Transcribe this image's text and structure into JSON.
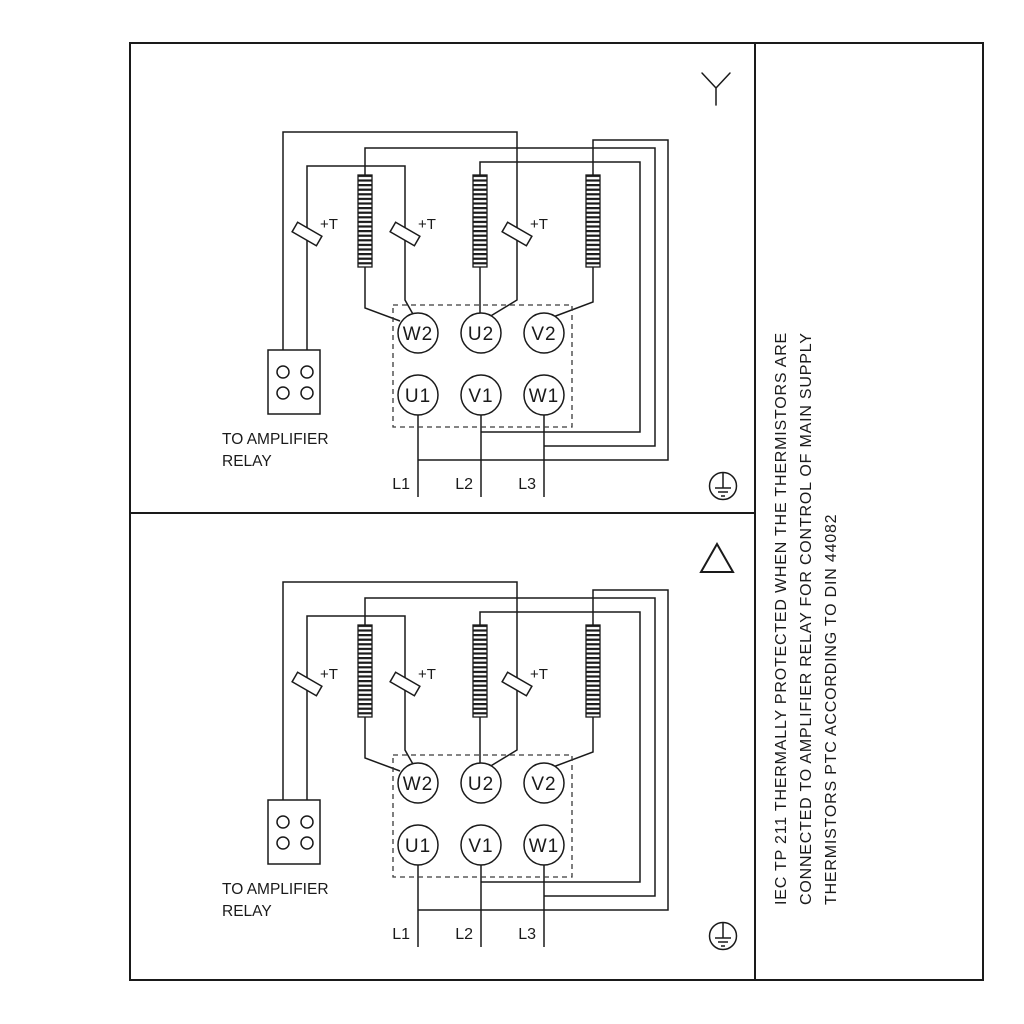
{
  "colors": {
    "line": "#1a1a1a",
    "background": "#ffffff"
  },
  "panels": [
    {
      "connection": "star",
      "thermistor_label": "+T",
      "relay_label": [
        "TO AMPLIFIER",
        "RELAY"
      ],
      "terminals": {
        "top": [
          "W2",
          "U2",
          "V2"
        ],
        "bottom": [
          "U1",
          "V1",
          "W1"
        ]
      },
      "supply": [
        "L1",
        "L2",
        "L3"
      ]
    },
    {
      "connection": "delta",
      "thermistor_label": "+T",
      "relay_label": [
        "TO AMPLIFIER",
        "RELAY"
      ],
      "terminals": {
        "top": [
          "W2",
          "U2",
          "V2"
        ],
        "bottom": [
          "U1",
          "V1",
          "W1"
        ]
      },
      "supply": [
        "L1",
        "L2",
        "L3"
      ]
    }
  ],
  "sidebar": {
    "lines": [
      "IEC TP 211 THERMALLY PROTECTED WHEN THE THERMISTORS ARE",
      "CONNECTED TO AMPLIFIER RELAY FOR CONTROL OF MAIN SUPPLY",
      "THERMISTORS PTC ACCORDING TO DIN 44082"
    ]
  }
}
